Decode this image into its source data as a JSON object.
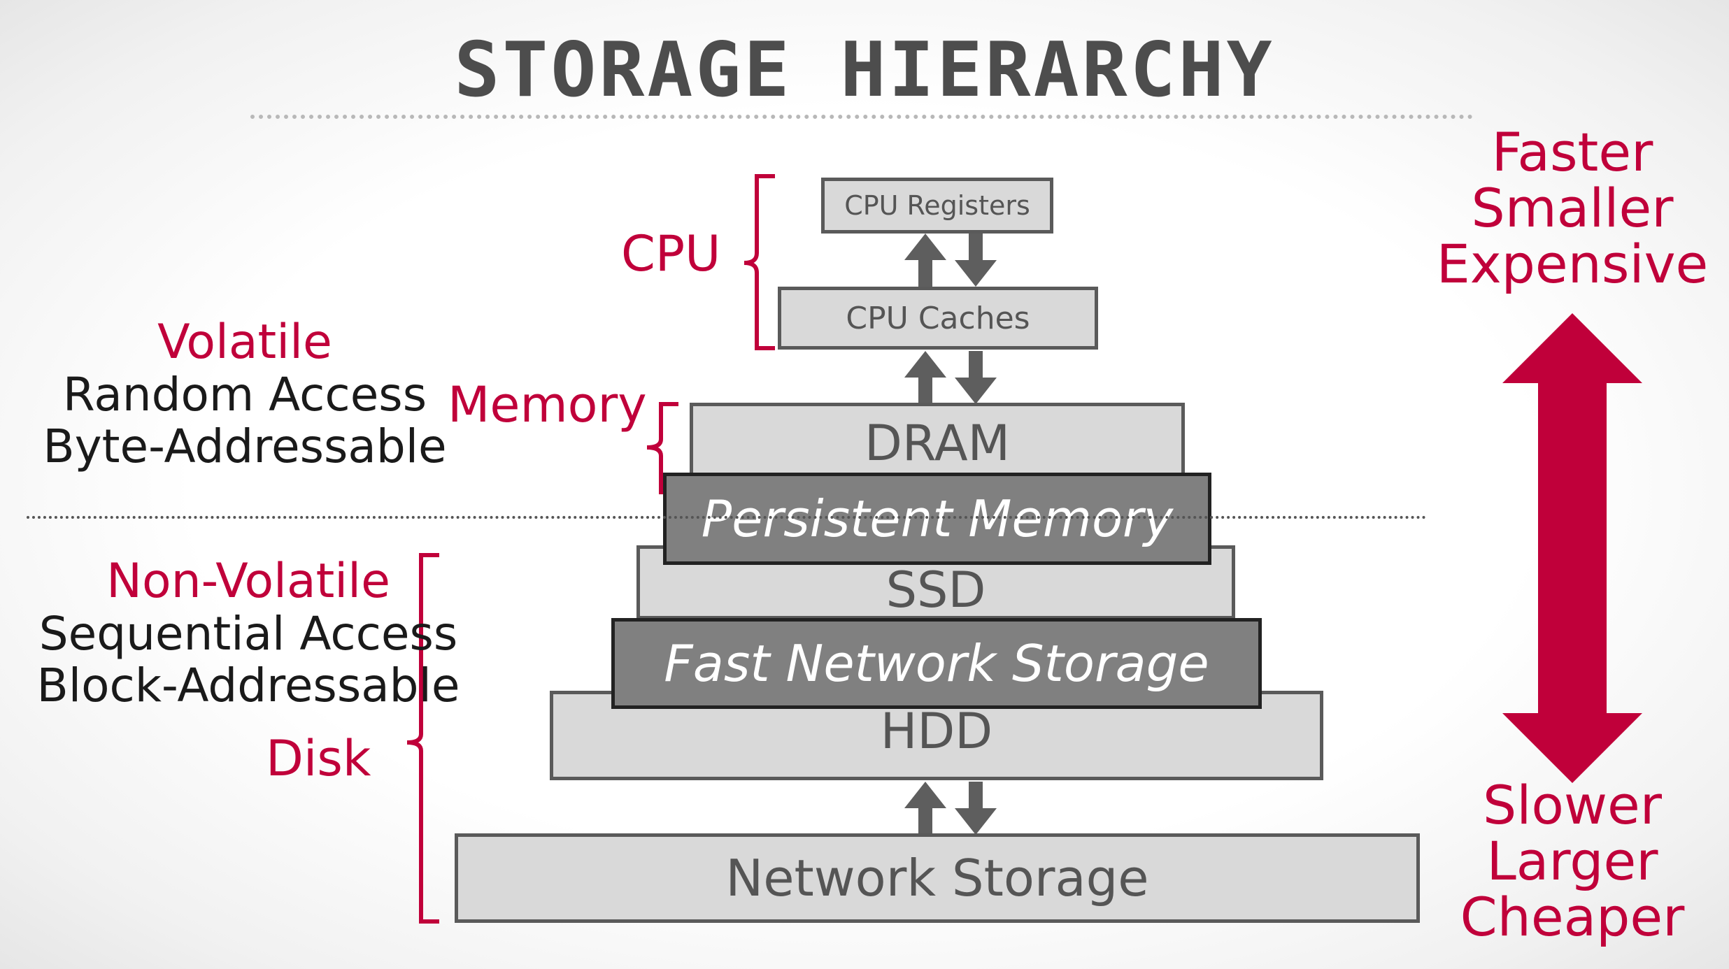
{
  "title": "STORAGE HIERARCHY",
  "levels": {
    "cpu_registers": "CPU Registers",
    "cpu_caches": "CPU Caches",
    "dram": "DRAM",
    "persistent_memory": "Persistent Memory",
    "ssd": "SSD",
    "fast_network_storage": "Fast Network Storage",
    "hdd": "HDD",
    "network_storage": "Network Storage"
  },
  "groups": {
    "cpu": "CPU",
    "memory": "Memory",
    "disk": "Disk"
  },
  "volatile": {
    "heading": "Volatile",
    "line1": "Random Access",
    "line2": "Byte-Addressable"
  },
  "non_volatile": {
    "heading": "Non-Volatile",
    "line1": "Sequential Access",
    "line2": "Block-Addressable"
  },
  "top_side": [
    "Faster",
    "Smaller",
    "Expensive"
  ],
  "bottom_side": [
    "Slower",
    "Larger",
    "Cheaper"
  ],
  "colors": {
    "accent_red": "#c0003a",
    "box_light": "#d9d9d9",
    "box_dark": "#808080",
    "text_gray": "#555555"
  }
}
